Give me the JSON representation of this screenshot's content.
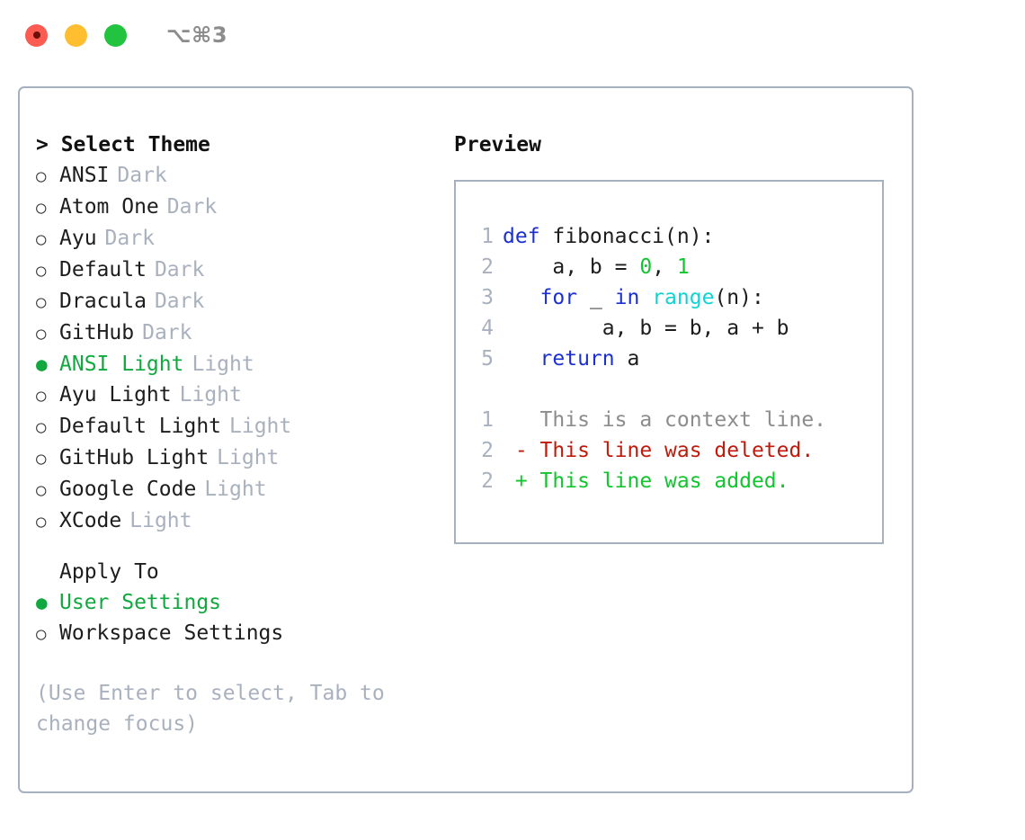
{
  "titlebar": {
    "shortcut": "⌥⌘3",
    "lights": [
      "close",
      "minimize",
      "zoom"
    ]
  },
  "theme_panel": {
    "heading": "> Select Theme",
    "options": [
      {
        "name": "ANSI",
        "kind": "Dark",
        "selected": false
      },
      {
        "name": "Atom One",
        "kind": "Dark",
        "selected": false
      },
      {
        "name": "Ayu",
        "kind": "Dark",
        "selected": false
      },
      {
        "name": "Default",
        "kind": "Dark",
        "selected": false
      },
      {
        "name": "Dracula",
        "kind": "Dark",
        "selected": false
      },
      {
        "name": "GitHub",
        "kind": "Dark",
        "selected": false
      },
      {
        "name": "ANSI Light",
        "kind": "Light",
        "selected": true
      },
      {
        "name": "Ayu Light",
        "kind": "Light",
        "selected": false
      },
      {
        "name": "Default Light",
        "kind": "Light",
        "selected": false
      },
      {
        "name": "GitHub Light",
        "kind": "Light",
        "selected": false
      },
      {
        "name": "Google Code",
        "kind": "Light",
        "selected": false
      },
      {
        "name": "XCode",
        "kind": "Light",
        "selected": false
      }
    ],
    "marker_selected": "●",
    "marker_unselected": "○"
  },
  "apply_to": {
    "heading": "Apply To",
    "options": [
      {
        "name": "User Settings",
        "selected": true
      },
      {
        "name": "Workspace Settings",
        "selected": false
      }
    ]
  },
  "hint": "(Use Enter to select, Tab to\nchange focus)",
  "preview": {
    "heading": "Preview",
    "code_lines": [
      {
        "n": "1",
        "tokens": [
          {
            "t": "def",
            "c": "kw"
          },
          {
            "t": " fibonacci(n):",
            "c": "pl"
          }
        ]
      },
      {
        "n": "2",
        "tokens": [
          {
            "t": "    a, b = ",
            "c": "pl"
          },
          {
            "t": "0",
            "c": "num"
          },
          {
            "t": ", ",
            "c": "pl"
          },
          {
            "t": "1",
            "c": "num"
          }
        ]
      },
      {
        "n": "3",
        "tokens": [
          {
            "t": "   ",
            "c": "pl"
          },
          {
            "t": "for",
            "c": "kw"
          },
          {
            "t": " _ ",
            "c": "pl"
          },
          {
            "t": "in",
            "c": "kw"
          },
          {
            "t": " ",
            "c": "pl"
          },
          {
            "t": "range",
            "c": "fn"
          },
          {
            "t": "(n):",
            "c": "pl"
          }
        ]
      },
      {
        "n": "4",
        "tokens": [
          {
            "t": "        a, b = b, a + b",
            "c": "pl"
          }
        ]
      },
      {
        "n": "5",
        "tokens": [
          {
            "t": "   ",
            "c": "pl"
          },
          {
            "t": "return",
            "c": "kw"
          },
          {
            "t": " a",
            "c": "pl"
          }
        ]
      }
    ],
    "diff_lines": [
      {
        "n": "1",
        "text": "   This is a context line.",
        "cls": "ctx"
      },
      {
        "n": "2",
        "text": " - This line was deleted.",
        "cls": "del"
      },
      {
        "n": "2",
        "text": " + This line was added.",
        "cls": "add"
      }
    ]
  },
  "colors": {
    "accent_green": "#11a83f",
    "muted": "#a8b1bd",
    "border": "#a6b1bf",
    "keyword_blue": "#1b2fd4",
    "function_cyan": "#11d3d3",
    "number_green": "#11c52e",
    "diff_del_red": "#c01a0c",
    "diff_add_green": "#11c52e",
    "light_red": "#fc5b52",
    "light_yellow": "#ffbe2f",
    "light_green": "#22c33e"
  }
}
